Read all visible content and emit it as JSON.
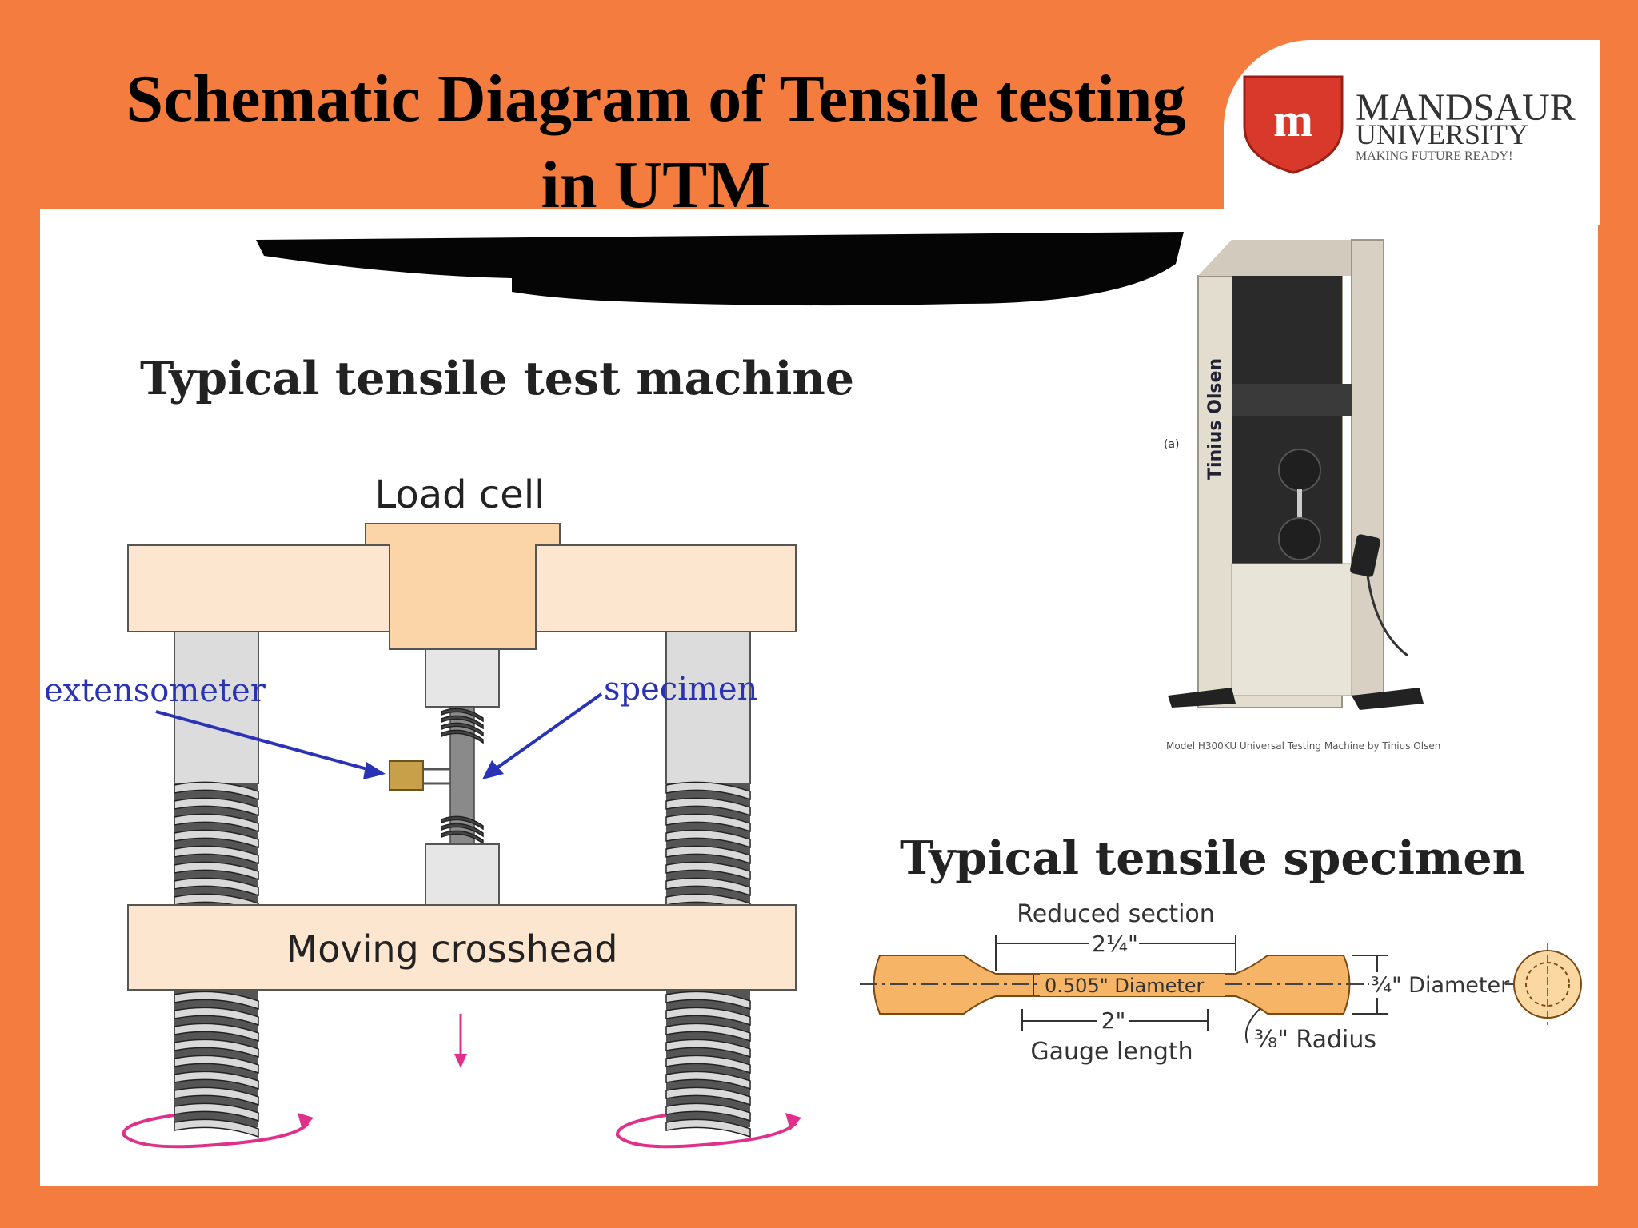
{
  "slide": {
    "title_line1": "Schematic Diagram of Tensile testing",
    "title_line2": "in UTM"
  },
  "logo": {
    "name": "MANDSAUR",
    "subname": "UNIVERSITY",
    "tagline": "MAKING FUTURE READY!",
    "shield_color": "#d9392b"
  },
  "machine_diagram": {
    "heading": "Typical tensile test machine",
    "load_cell": "Load cell",
    "extensometer": "extensometer",
    "specimen": "specimen",
    "crosshead": "Moving crosshead"
  },
  "photo": {
    "brand": "Tinius Olsen",
    "tag": "(a)",
    "caption": "Model H300KU Universal Testing Machine by Tinius Olsen"
  },
  "specimen_diagram": {
    "heading": "Typical tensile specimen",
    "reduced_section": "Reduced section",
    "reduced_length": "2¼\"",
    "diameter_small": "0.505\" Diameter",
    "gauge_dim": "2\"",
    "gauge_label": "Gauge length",
    "radius": "⅜\" Radius",
    "diameter_large": "¾\" Diameter"
  },
  "colors": {
    "background": "#f47c3f",
    "frame": "#fde6cf",
    "load_cell": "#fbd4a8",
    "specimen": "#f6b466",
    "arrow": "#2a33b5",
    "rotation": "#e0308a"
  }
}
